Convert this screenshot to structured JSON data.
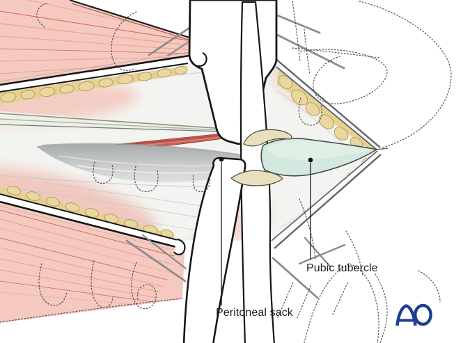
{
  "illustration": {
    "description": "Surgical exposure of the anterior pelvis with retractors, showing the peritoneal sack and the pubic tubercle",
    "labels": [
      {
        "id": "peritoneal-sack",
        "text": "Peritoneal sack"
      },
      {
        "id": "pubic-tubercle",
        "text": "Pubic tubercle"
      }
    ],
    "colors": {
      "muscle_pink": "#f5c9bf",
      "muscle_striation": "#d4695a",
      "fat_yellow": "#e9d69b",
      "fascia_base": "#f3f4f1",
      "peritoneum_gray": "#b0b5b7",
      "rectus_red": "#ca6156",
      "bone_teal": "#d3e8de",
      "tan_patch": "#e8dfbc",
      "retractor_white": "#ffffff",
      "outline_black": "#161616",
      "dotted_outline": "#4f4f4f"
    }
  },
  "branding": {
    "logo_text": "AO",
    "logo_color": "#1d3e91"
  }
}
